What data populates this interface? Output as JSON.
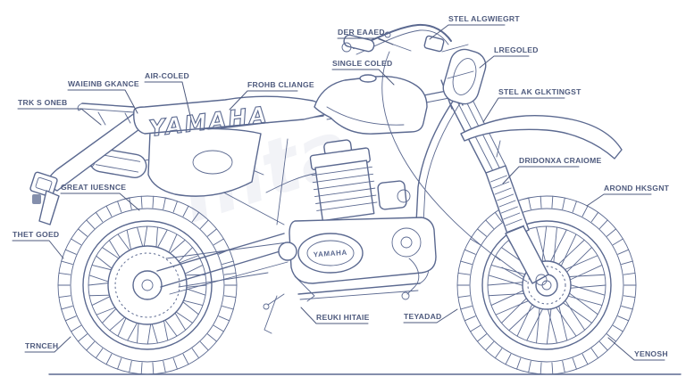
{
  "meta": {
    "title": "Yamaha dual-sport motorcycle — annotated technical line drawing"
  },
  "colors": {
    "line": "#5b6990",
    "label": "#4e5a7d",
    "background": "#ffffff",
    "watermark": "#9aa3bf"
  },
  "branding": {
    "tank_logo": "YAMAHA",
    "engine_logo": "YAMAHA"
  },
  "watermark": {
    "text": "Inta"
  },
  "labels": [
    {
      "id": "trk-s-oneb",
      "text": "TRK S ONEB"
    },
    {
      "id": "waieinb-gkance",
      "text": "WAIEINB GKANCE"
    },
    {
      "id": "air-coled",
      "text": "AIR-COLED"
    },
    {
      "id": "frohb-cliange",
      "text": "FROHB CLIANGE"
    },
    {
      "id": "single-coled",
      "text": "SINGLE COLED"
    },
    {
      "id": "der-eaaed",
      "text": "DER EAAED"
    },
    {
      "id": "stel-algwiegrt",
      "text": "STEL ALGWIEGRT"
    },
    {
      "id": "lregoled",
      "text": "LREGOLED"
    },
    {
      "id": "stel-ak-glktingst",
      "text": "STEL AK GLKTINGST"
    },
    {
      "id": "dridonxa-craiome",
      "text": "DRIDONXA CRAIOME"
    },
    {
      "id": "arond-hksgnt",
      "text": "AROND HKSGNT"
    },
    {
      "id": "yenosh",
      "text": "YENOSH"
    },
    {
      "id": "teyadad",
      "text": "TEYADAD"
    },
    {
      "id": "reuki-hitaie",
      "text": "REUKI HITAIE"
    },
    {
      "id": "great-iuesnce",
      "text": "GREAT IUESNCE"
    },
    {
      "id": "thet-goed",
      "text": "THET GOED"
    },
    {
      "id": "trnceh",
      "text": "TRNCEH"
    }
  ]
}
